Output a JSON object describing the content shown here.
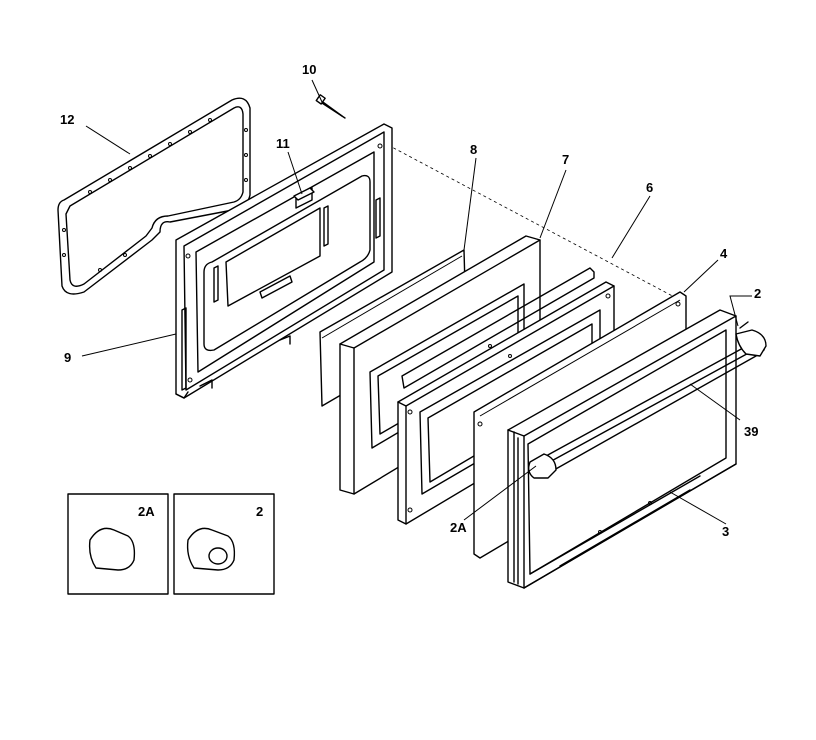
{
  "callouts": {
    "c10": "10",
    "c12": "12",
    "c11": "11",
    "c8": "8",
    "c7": "7",
    "c6": "6",
    "c4": "4",
    "c2": "2",
    "c39": "39",
    "c9": "9",
    "c2a": "2A",
    "c3": "3"
  },
  "insets": {
    "left_label": "2A",
    "right_label": "2"
  }
}
